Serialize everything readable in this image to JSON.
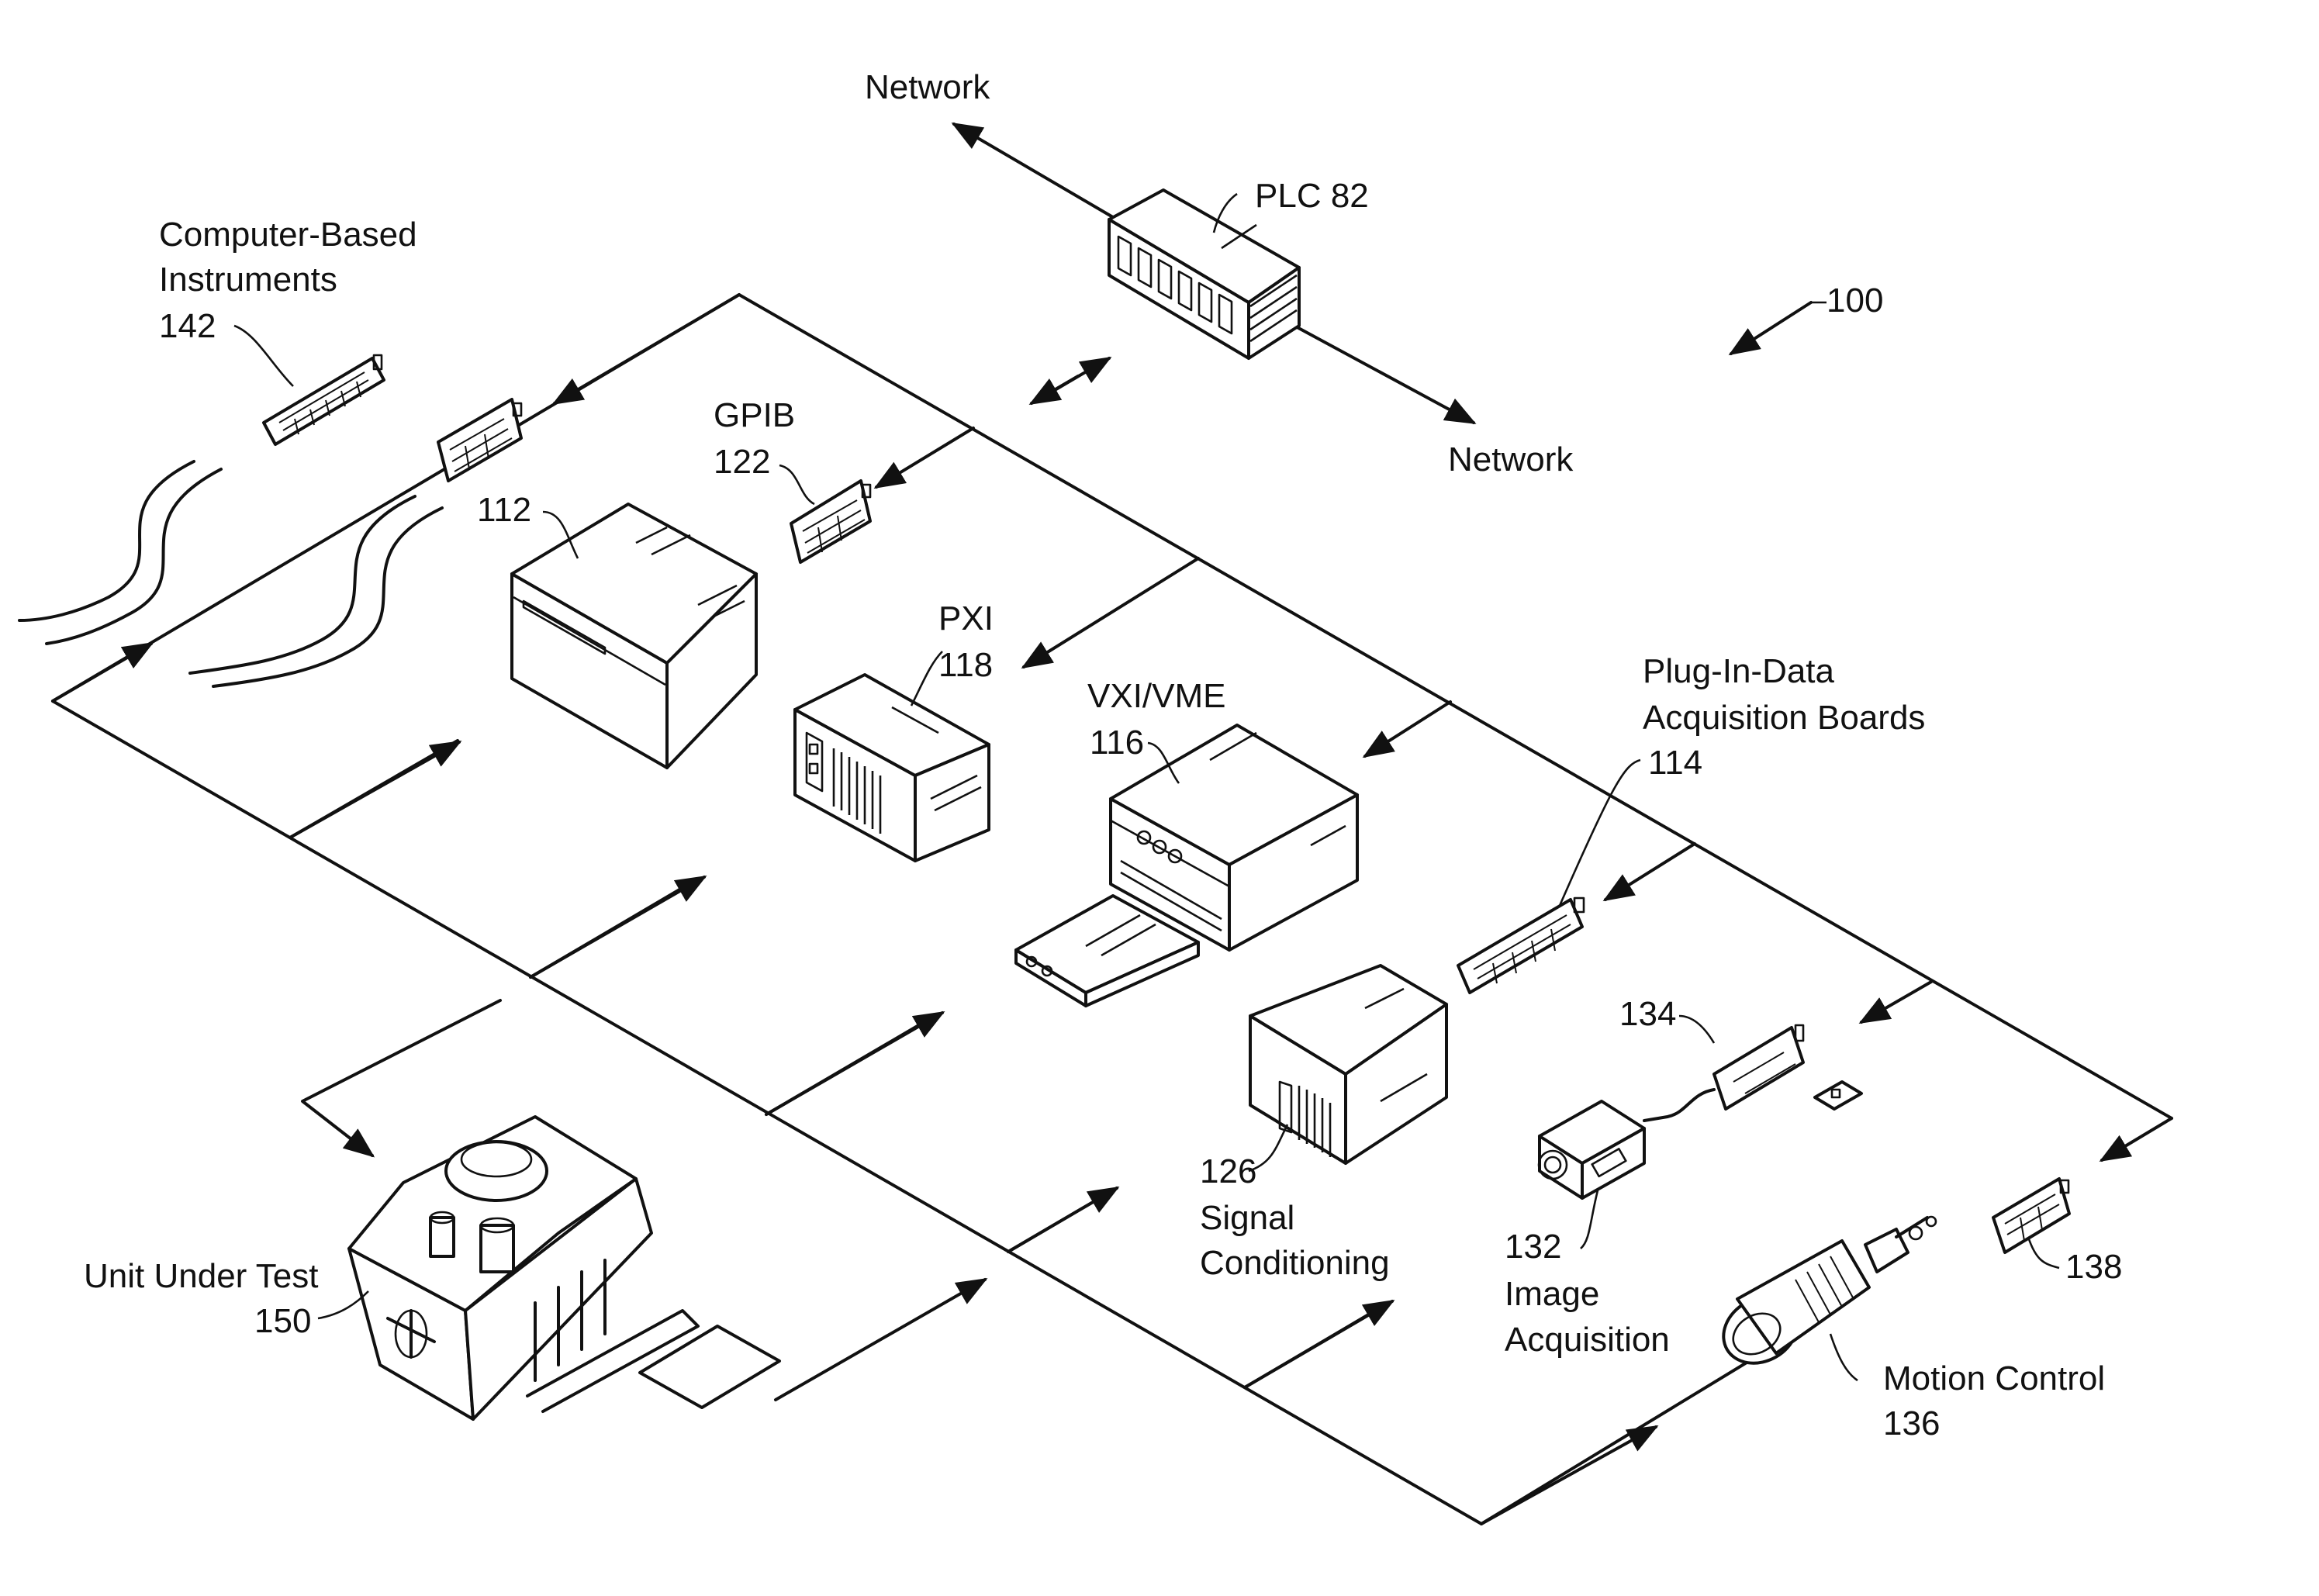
{
  "figure_ref": "100",
  "labels": {
    "network_top": "Network",
    "network_right": "Network",
    "plc": "PLC 82",
    "computer_instruments_line1": "Computer-Based",
    "computer_instruments_line2": "Instruments",
    "computer_instruments_ref": "142",
    "gpib_name": "GPIB",
    "gpib_ref": "122",
    "computer_ref": "112",
    "pxi_name": "PXI",
    "pxi_ref": "118",
    "vxi_name": "VXI/VME",
    "vxi_ref": "116",
    "daq_line1": "Plug-In-Data",
    "daq_line2": "Acquisition Boards",
    "daq_ref": "114",
    "board_ref": "134",
    "signal_ref": "126",
    "signal_line1": "Signal",
    "signal_line2": "Conditioning",
    "image_ref": "132",
    "image_line1": "Image",
    "image_line2": "Acquisition",
    "motion_card_ref": "138",
    "motion_line1": "Motion Control",
    "motion_ref": "136",
    "uut_line1": "Unit Under Test",
    "uut_ref": "150"
  }
}
